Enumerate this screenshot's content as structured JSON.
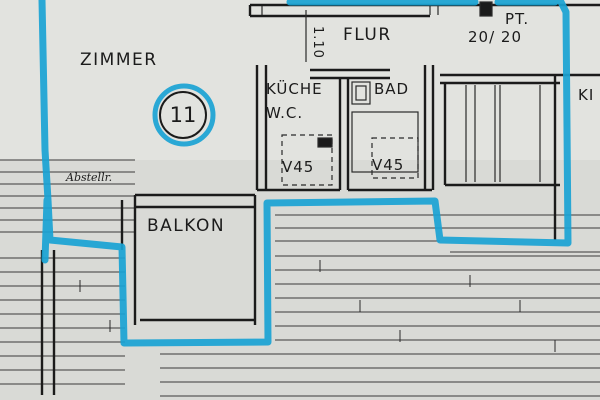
{
  "floor_plan": {
    "rooms": {
      "zimmer": "ZIMMER",
      "flur": "FLUR",
      "kueche": "KÜCHE",
      "wc": "W.C.",
      "bad": "BAD",
      "balkon": "BALKON",
      "kinder_partial": "KI"
    },
    "room_number": "11",
    "dimension_vertical": "1.10",
    "pt_label": "PT.",
    "pt_value": "20/ 20",
    "vent_kueche": "V45",
    "vent_bad": "V45",
    "handwritten_note": "Abstellr."
  },
  "colors": {
    "paper": "#d9dad6",
    "ink": "#1b1b1b",
    "highlight": "#1aa3d4"
  }
}
